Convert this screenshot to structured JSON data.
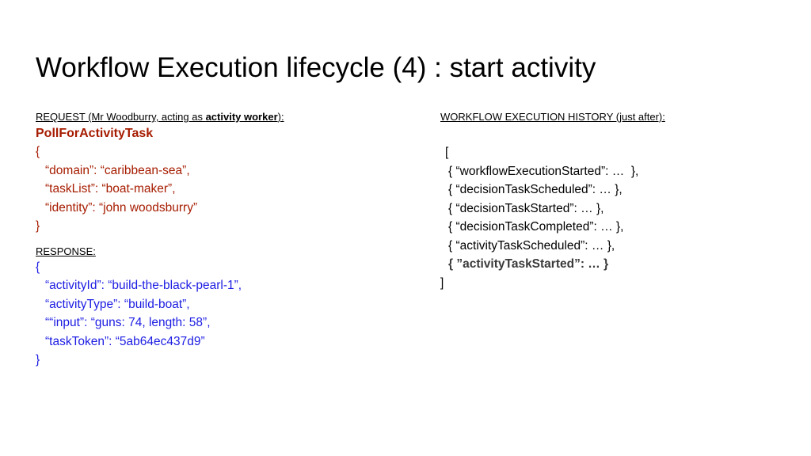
{
  "slide": {
    "title": "Workflow Execution lifecycle (4) : start activity"
  },
  "request": {
    "heading_prefix": "REQUEST (Mr Woodburry, acting as ",
    "heading_bold": "activity worker",
    "heading_suffix": "):",
    "method": "PollForActivityTask",
    "open_brace": "{",
    "lines": [
      "“domain”: “caribbean-sea”,",
      "“taskList”: “boat-maker”,",
      "“identity”: “john woodsburry”"
    ],
    "close_brace": "}"
  },
  "response": {
    "heading": "RESPONSE:",
    "open_brace": "{",
    "lines": [
      "“activityId”: “build-the-black-pearl-1”,",
      "“activityType”: “build-boat”,",
      "““input”: “guns: 74, length: 58”,",
      "“taskToken”: “5ab64ec437d9”"
    ],
    "close_brace": "}"
  },
  "history": {
    "heading": "WORKFLOW EXECUTION HISTORY (just after):",
    "open_bracket": "[",
    "items": [
      "{ “workflowExecutionStarted”: …  },",
      "{ “decisionTaskScheduled”: … },",
      "{ “decisionTaskStarted”: … },",
      "{ “decisionTaskCompleted”: … },",
      "{ “activityTaskScheduled”: … },"
    ],
    "highlighted_item": "{ ”activityTaskStarted”: … }",
    "close_bracket": "]"
  },
  "colors": {
    "request_text": "#a61c00",
    "response_text": "#1c1ce3",
    "default_text": "#000000"
  }
}
